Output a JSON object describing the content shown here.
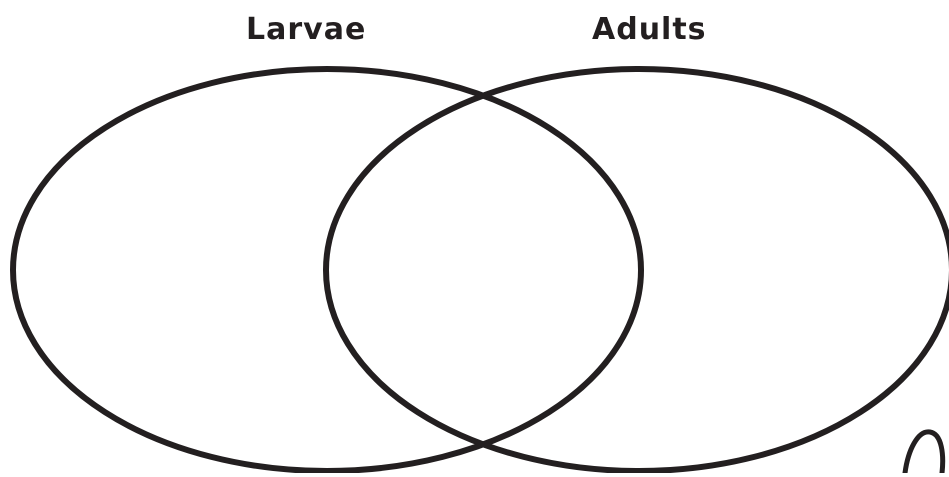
{
  "diagram": {
    "type": "venn",
    "sets": [
      {
        "label": "Larvae"
      },
      {
        "label": "Adults"
      }
    ],
    "line_color": "#231f20",
    "background_color": "#ffffff"
  }
}
